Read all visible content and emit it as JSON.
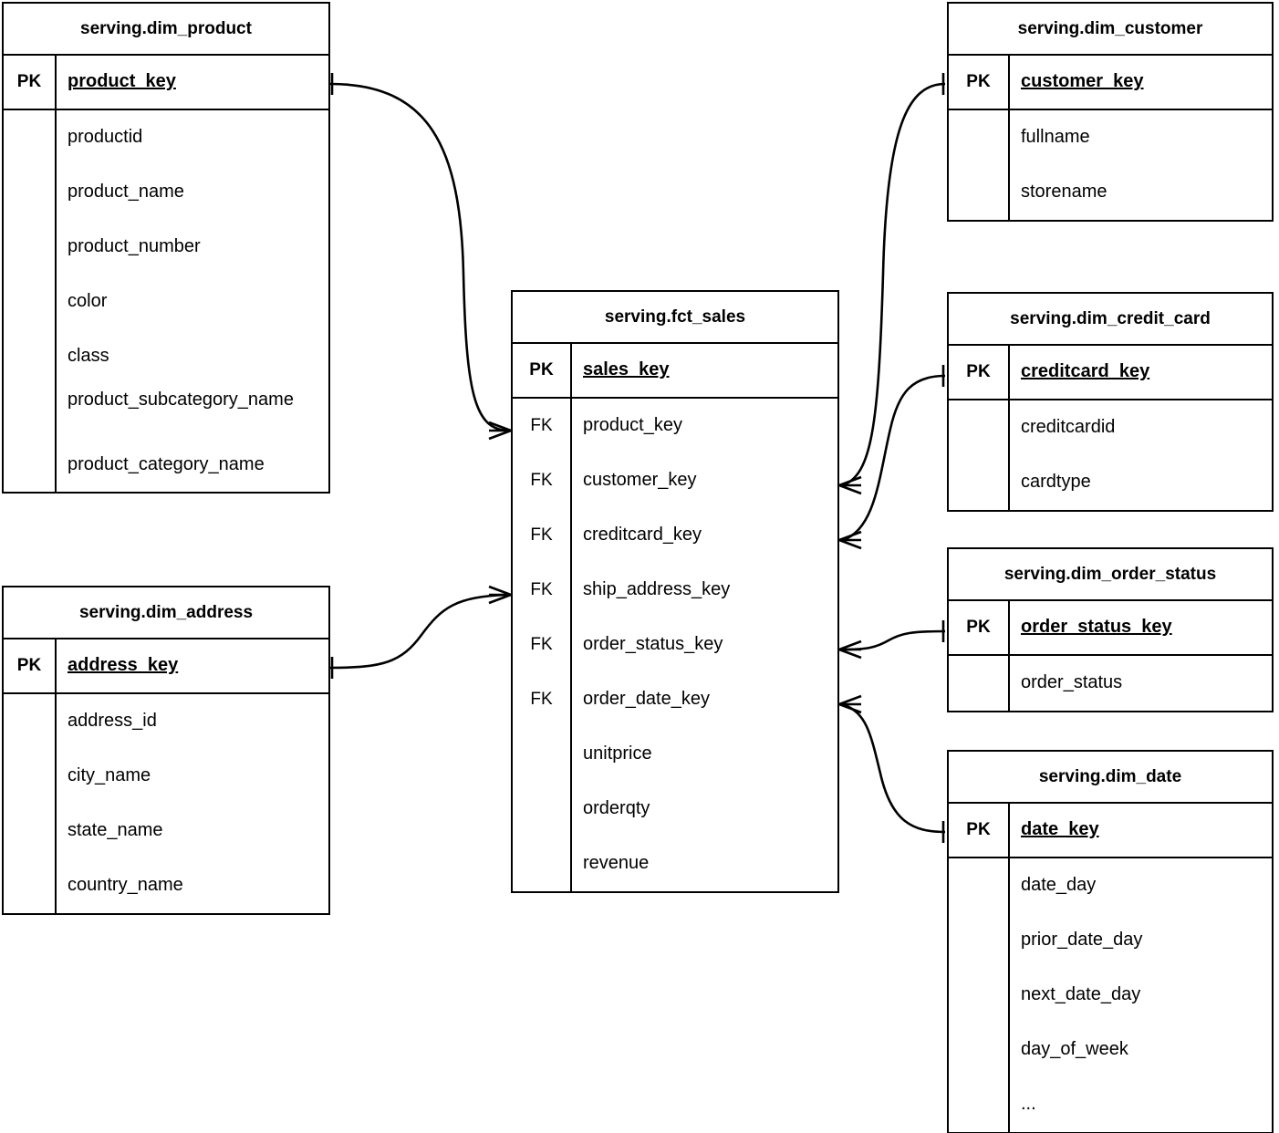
{
  "diagram": {
    "type": "entity-relationship-diagram",
    "notation": "crow's foot",
    "background_color": "#ffffff",
    "line_color": "#000000"
  },
  "entities": [
    {
      "id": "product",
      "title": "serving.dim_product",
      "pk_label": "PK",
      "pk_field": "product_key",
      "attributes": [
        "productid",
        "product_name",
        "product_number",
        "color",
        "class",
        "product_subcategory_name",
        "product_category_name"
      ]
    },
    {
      "id": "address",
      "title": "serving.dim_address",
      "pk_label": "PK",
      "pk_field": "address_key",
      "attributes": [
        "address_id",
        "city_name",
        "state_name",
        "country_name"
      ]
    },
    {
      "id": "sales",
      "title": "serving.fct_sales",
      "pk_label": "PK",
      "pk_field": "sales_key",
      "fk_label": "FK",
      "foreign_keys": [
        "product_key",
        "customer_key",
        "creditcard_key",
        "ship_address_key",
        "order_status_key",
        "order_date_key"
      ],
      "measures": [
        "unitprice",
        "orderqty",
        "revenue"
      ]
    },
    {
      "id": "customer",
      "title": "serving.dim_customer",
      "pk_label": "PK",
      "pk_field": "customer_key",
      "attributes": [
        "fullname",
        "storename"
      ]
    },
    {
      "id": "creditcard",
      "title": "serving.dim_credit_card",
      "pk_label": "PK",
      "pk_field": "creditcard_key",
      "attributes": [
        "creditcardid",
        "cardtype"
      ]
    },
    {
      "id": "orderstatus",
      "title": "serving.dim_order_status",
      "pk_label": "PK",
      "pk_field": "order_status_key",
      "attributes": [
        "order_status"
      ]
    },
    {
      "id": "date",
      "title": "serving.dim_date",
      "pk_label": "PK",
      "pk_field": "date_key",
      "attributes": [
        "date_day",
        "prior_date_day",
        "next_date_day",
        "day_of_week",
        "..."
      ]
    }
  ],
  "relationships": [
    {
      "name": "product-to-sales",
      "from_entity": "serving.dim_product",
      "from_field": "product_key",
      "to_entity": "serving.fct_sales",
      "to_field": "product_key",
      "from_cardinality": "one",
      "to_cardinality": "many"
    },
    {
      "name": "address-to-sales",
      "from_entity": "serving.dim_address",
      "from_field": "address_key",
      "to_entity": "serving.fct_sales",
      "to_field": "ship_address_key",
      "from_cardinality": "one",
      "to_cardinality": "many"
    },
    {
      "name": "customer-to-sales",
      "from_entity": "serving.dim_customer",
      "from_field": "customer_key",
      "to_entity": "serving.fct_sales",
      "to_field": "customer_key",
      "from_cardinality": "one",
      "to_cardinality": "many"
    },
    {
      "name": "creditcard-to-sales",
      "from_entity": "serving.dim_credit_card",
      "from_field": "creditcard_key",
      "to_entity": "serving.fct_sales",
      "to_field": "creditcard_key",
      "from_cardinality": "one",
      "to_cardinality": "many"
    },
    {
      "name": "orderstatus-to-sales",
      "from_entity": "serving.dim_order_status",
      "from_field": "order_status_key",
      "to_entity": "serving.fct_sales",
      "to_field": "order_status_key",
      "from_cardinality": "one",
      "to_cardinality": "many"
    },
    {
      "name": "date-to-sales",
      "from_entity": "serving.dim_date",
      "from_field": "date_key",
      "to_entity": "serving.fct_sales",
      "to_field": "order_date_key",
      "from_cardinality": "one",
      "to_cardinality": "many"
    }
  ]
}
